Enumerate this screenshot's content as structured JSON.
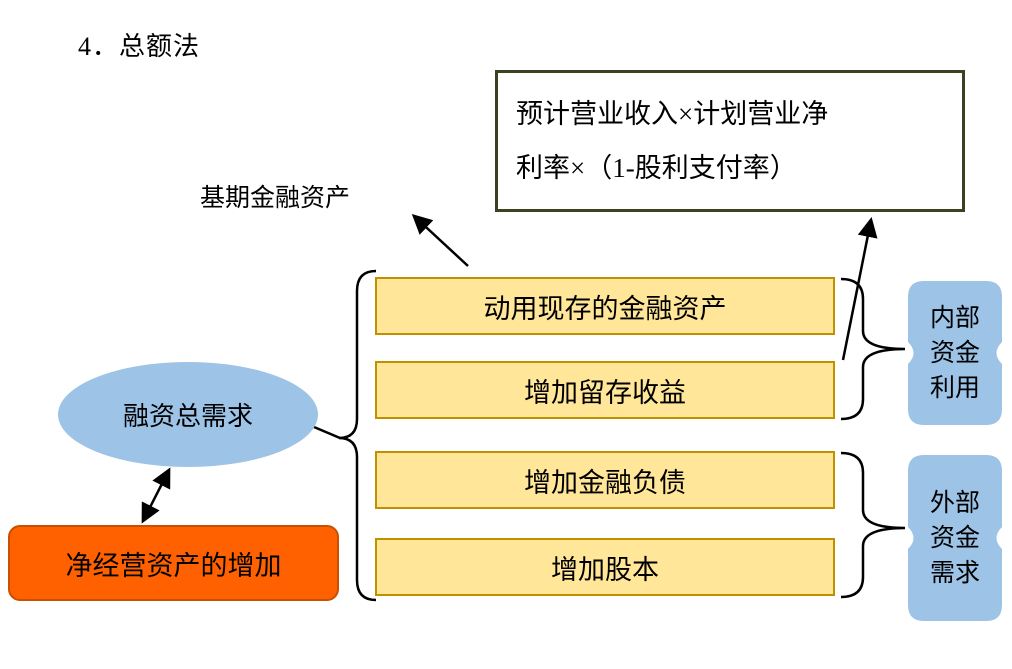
{
  "title": "4．总额法",
  "formula_box": {
    "text": "预计营业收入×计划营业净\n利率×（1-股利支付率）"
  },
  "base_asset_label": "基期金融资产",
  "financing_need_label": "融资总需求",
  "net_operating_asset_label": "净经营资产的增加",
  "financing_sources": [
    "动用现存的金融资产",
    "增加留存收益",
    "增加金融负债",
    "增加股本"
  ],
  "side_groups": [
    {
      "text": "内部\n资金\n利用"
    },
    {
      "text": "外部\n资金\n需求"
    }
  ],
  "colors": {
    "yellow_fill": "#FFE699",
    "yellow_border": "#BF9000",
    "blue_fill": "#9DC3E6",
    "orange_fill": "#FF6100",
    "orange_border": "#C85000",
    "formula_border": "#3A431F",
    "line": "#000000"
  }
}
